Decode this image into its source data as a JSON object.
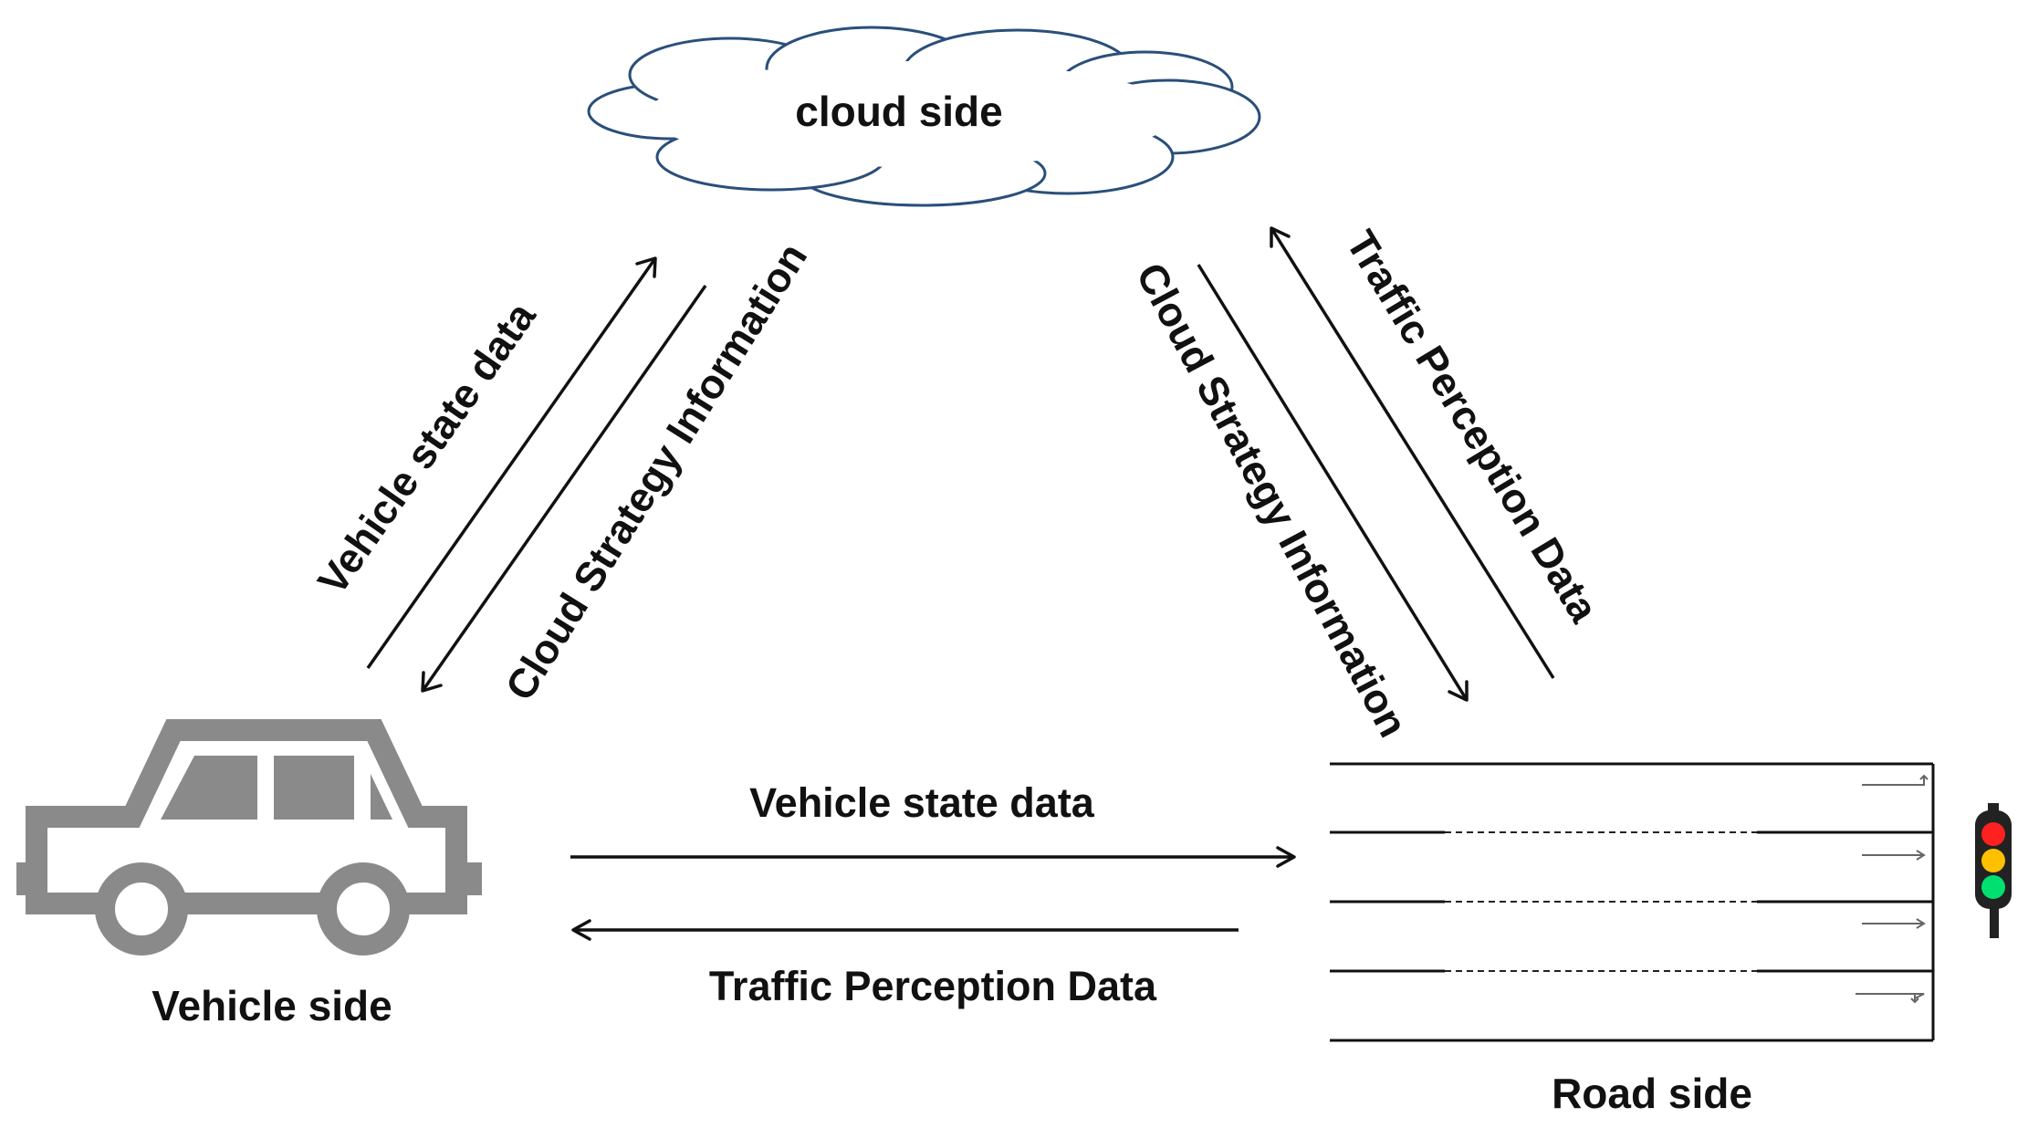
{
  "nodes": {
    "cloud": {
      "label": "cloud side"
    },
    "vehicle": {
      "label": "Vehicle side"
    },
    "road": {
      "label": "Road side"
    }
  },
  "edges": {
    "vehicle_to_cloud": {
      "label": "Vehicle state data"
    },
    "cloud_to_vehicle": {
      "label": "Cloud Strategy Information"
    },
    "cloud_to_road": {
      "label": "Cloud Strategy Information"
    },
    "road_to_cloud": {
      "label": "Traffic Perception Data"
    },
    "vehicle_to_road": {
      "label": "Vehicle state data"
    },
    "road_to_vehicle": {
      "label": "Traffic Perception Data"
    }
  },
  "icons": {
    "cloud": "cloud-icon",
    "car": "car-icon",
    "road": "road-lanes-icon",
    "traffic_light": "traffic-light-icon"
  },
  "colors": {
    "car": "#8a8a8a",
    "light_red": "#ff2020",
    "light_yellow": "#ffc000",
    "light_green": "#00e070",
    "light_housing": "#222222"
  }
}
